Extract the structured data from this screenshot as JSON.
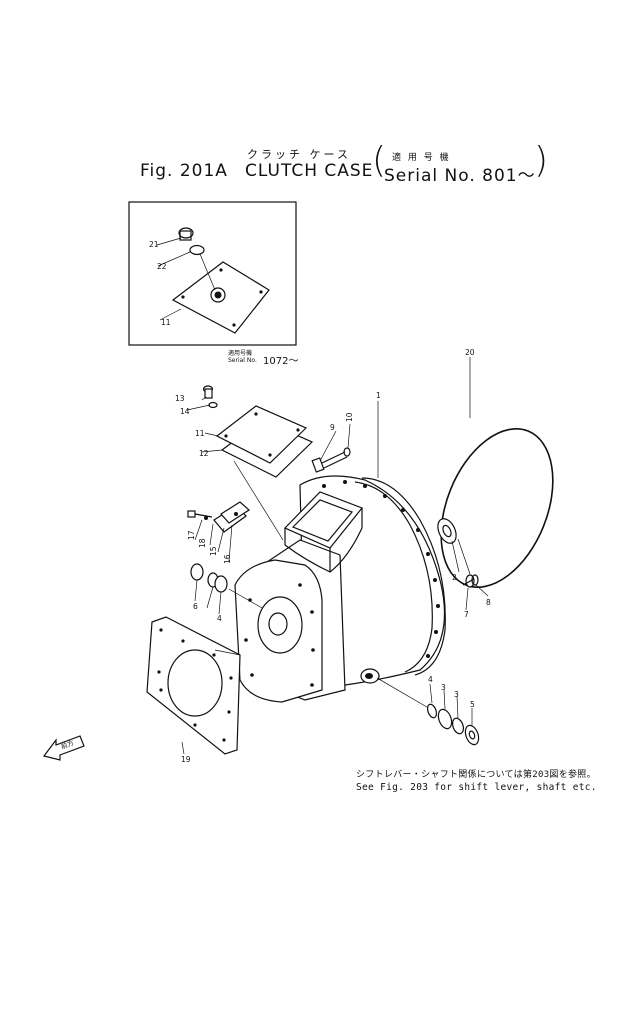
{
  "title": {
    "jp_name": "クラッチ ケース",
    "fig_label": "Fig. 201A",
    "name": "CLUTCH CASE",
    "serial_jp": "適 用 号 機",
    "serial": "Serial No. 801～",
    "open_paren": "(",
    "close_paren": ")"
  },
  "inset": {
    "serial_jp": "適用号機",
    "serial_label": "Serial No.",
    "serial_value": "1072～"
  },
  "part_labels": [
    "1",
    "2",
    "3",
    "3",
    "4",
    "4",
    "5",
    "6",
    "7",
    "8",
    "9",
    "10",
    "11",
    "11",
    "12",
    "13",
    "14",
    "15",
    "16",
    "17",
    "18",
    "19",
    "20",
    "21",
    "22"
  ],
  "direction_label": "前方",
  "notes": {
    "jp": "シフトレバー・シャフト関係については第203図を参照。",
    "en": "See Fig. 203 for shift lever, shaft etc."
  }
}
